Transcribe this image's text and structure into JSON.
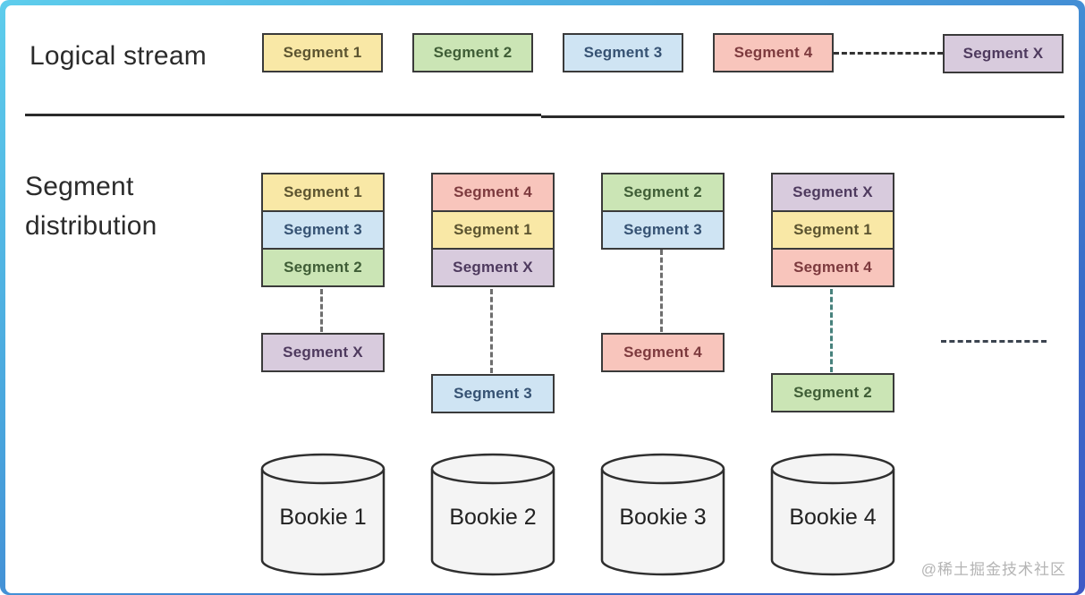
{
  "logical_stream": {
    "label": "Logical stream",
    "segments": [
      {
        "label": "Segment 1",
        "color": "#f9e8a6"
      },
      {
        "label": "Segment 2",
        "color": "#cbe5b5"
      },
      {
        "label": "Segment 3",
        "color": "#cfe4f3"
      },
      {
        "label": "Segment 4",
        "color": "#f8c5bc"
      },
      {
        "label": "Segment X",
        "color": "#d8cbdd"
      }
    ]
  },
  "distribution": {
    "label_line1": "Segment",
    "label_line2": "distribution",
    "columns": [
      {
        "stack": [
          {
            "label": "Segment 1",
            "color": "#f9e8a6"
          },
          {
            "label": "Segment 3",
            "color": "#cfe4f3"
          },
          {
            "label": "Segment 2",
            "color": "#cbe5b5"
          }
        ],
        "hanging": {
          "label": "Segment X",
          "color": "#d8cbdd"
        }
      },
      {
        "stack": [
          {
            "label": "Segment 4",
            "color": "#f8c5bc"
          },
          {
            "label": "Segment 1",
            "color": "#f9e8a6"
          },
          {
            "label": "Segment X",
            "color": "#d8cbdd"
          }
        ],
        "hanging": {
          "label": "Segment 3",
          "color": "#cfe4f3"
        }
      },
      {
        "stack": [
          {
            "label": "Segment 2",
            "color": "#cbe5b5"
          },
          {
            "label": "Segment 3",
            "color": "#cfe4f3"
          }
        ],
        "hanging": {
          "label": "Segment 4",
          "color": "#f8c5bc"
        }
      },
      {
        "stack": [
          {
            "label": "Segment X",
            "color": "#d8cbdd"
          },
          {
            "label": "Segment 1",
            "color": "#f9e8a6"
          },
          {
            "label": "Segment 4",
            "color": "#f8c5bc"
          }
        ],
        "hanging": {
          "label": "Segment 2",
          "color": "#cbe5b5"
        }
      }
    ]
  },
  "bookies": [
    {
      "label": "Bookie 1"
    },
    {
      "label": "Bookie 2"
    },
    {
      "label": "Bookie 3"
    },
    {
      "label": "Bookie 4"
    }
  ],
  "watermark": "@稀土掘金技术社区",
  "colors": {
    "segment_border": "#3a3a3a",
    "segment_1_bg": "#f9e8a6",
    "segment_2_bg": "#cbe5b5",
    "segment_3_bg": "#cfe4f3",
    "segment_4_bg": "#f8c5bc",
    "segment_x_bg": "#d8cbdd",
    "frame_gradient_start": "#5ecdec",
    "frame_gradient_end": "#3f5ac6",
    "divider": "#2b2b2b",
    "cylinder_fill": "#f4f4f4",
    "watermark_text": "#b4b4b4"
  }
}
